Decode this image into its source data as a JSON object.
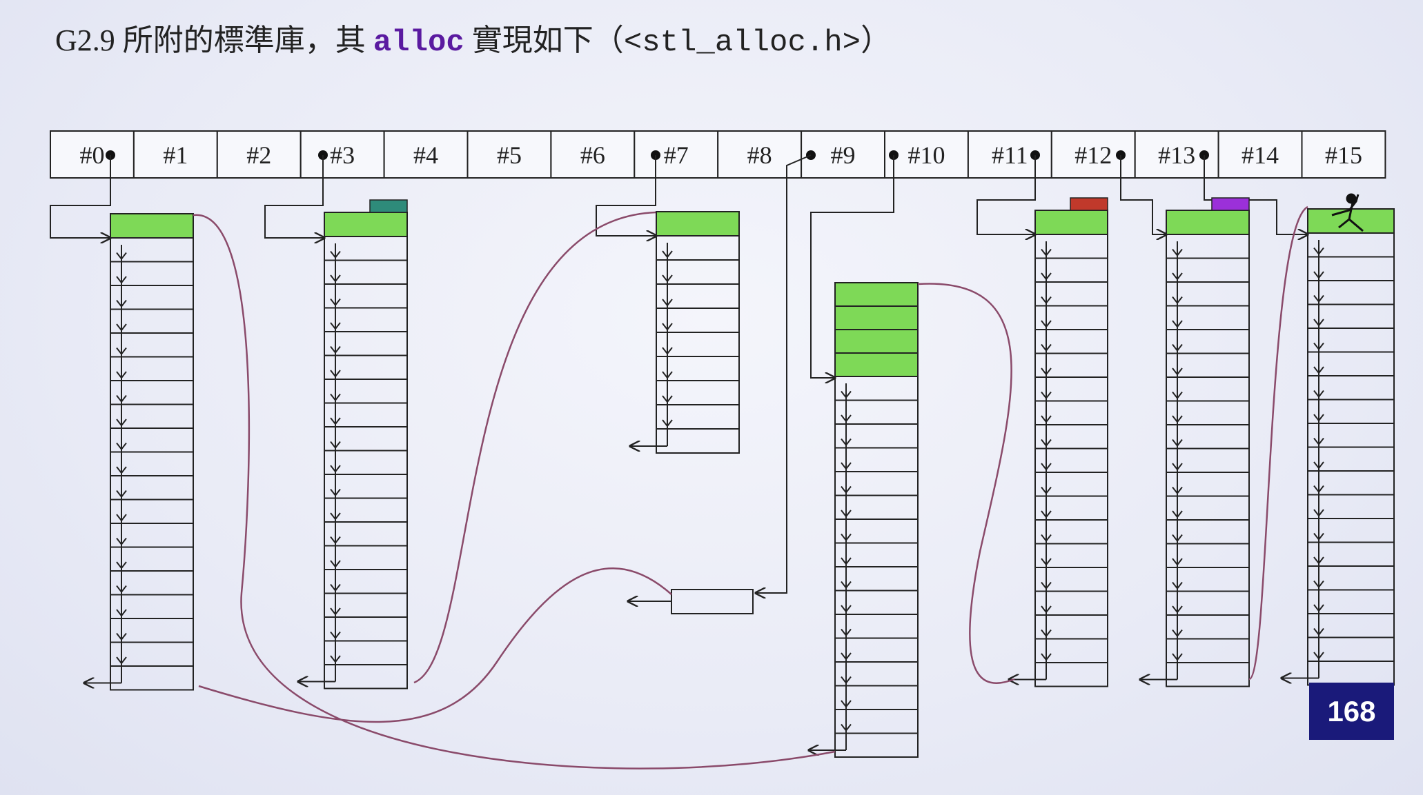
{
  "title": {
    "prefix": "G2.9 所附的標準庫，其 ",
    "keyword": "alloc",
    "middle": " 實現如下（",
    "header": "<stl_alloc.h>",
    "suffix": "）"
  },
  "free_list_slots": [
    "#0",
    "#1",
    "#2",
    "#3",
    "#4",
    "#5",
    "#6",
    "#7",
    "#8",
    "#9",
    "#10",
    "#11",
    "#12",
    "#13",
    "#14",
    "#15"
  ],
  "page_number": "168",
  "colors": {
    "allocated_block": "#7ed957",
    "teal_marker": "#2e8b7a",
    "red_marker": "#c0392b",
    "purple_marker": "#9b30d9",
    "curve": "#8a4a6a",
    "badge": "#1a1a7a"
  }
}
